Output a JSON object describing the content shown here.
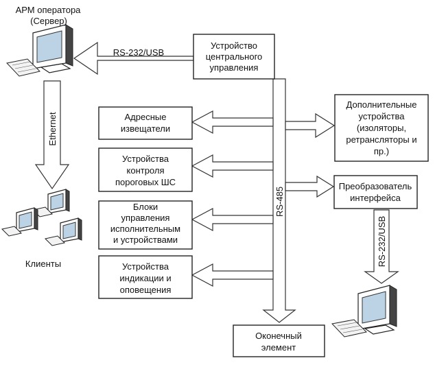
{
  "operator": {
    "line1": "АРМ оператора",
    "line2": "(Сервер)"
  },
  "clients": "Клиенты",
  "links": {
    "rs232_top": "RS-232/USB",
    "ethernet": "Ethernet",
    "rs485": "RS-485",
    "rs232_right": "RS-232/USB"
  },
  "central": {
    "lines": [
      "Устройство",
      "центрального",
      "управления"
    ]
  },
  "left_boxes": [
    {
      "lines": [
        "Адресные",
        "извещатели"
      ]
    },
    {
      "lines": [
        "Устройства",
        "контроля",
        "пороговых ШС"
      ]
    },
    {
      "lines": [
        "Блоки",
        "управления",
        "исполнительным",
        "и устройствами"
      ]
    },
    {
      "lines": [
        "Устройства",
        "индикации и",
        "оповещения"
      ]
    }
  ],
  "additional": {
    "lines": [
      "Дополнительные",
      "устройства",
      "(изоляторы,",
      "ретрансляторы и",
      "пр.)"
    ]
  },
  "converter": {
    "lines": [
      "Преобразователь",
      "интерфейса"
    ]
  },
  "terminal": {
    "lines": [
      "Оконечный",
      "элемент"
    ]
  }
}
